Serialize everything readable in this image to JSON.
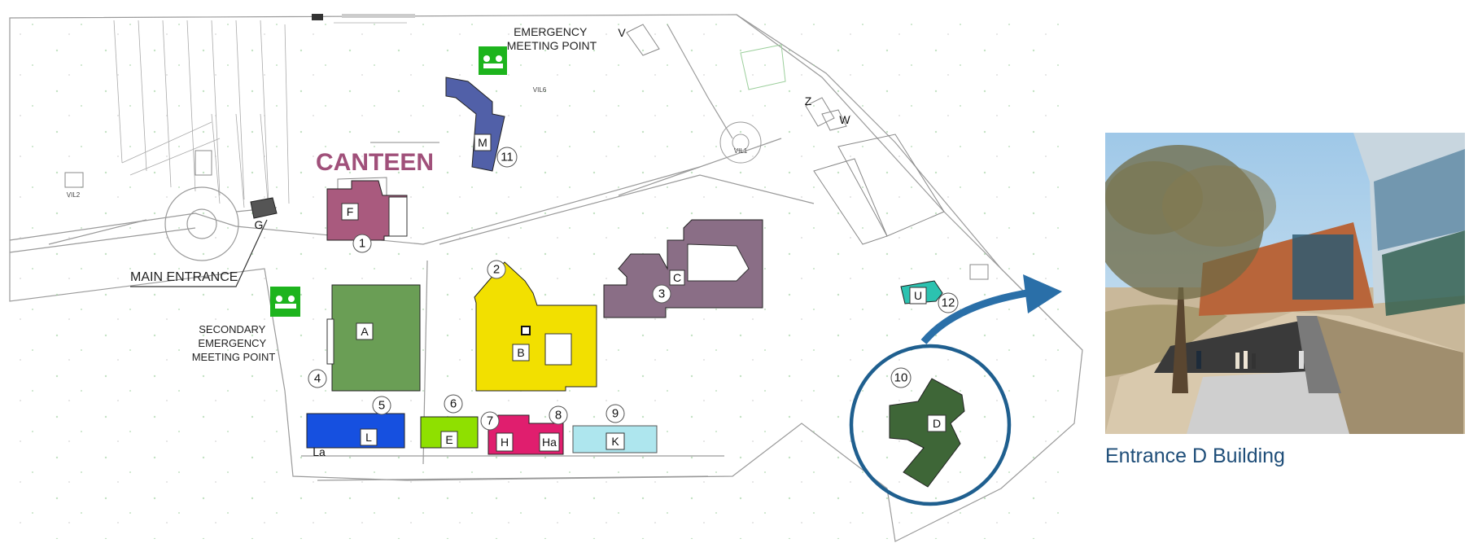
{
  "labels": {
    "canteen": "CANTEEN",
    "emergency_meeting_point": [
      "EMERGENCY",
      "MEETING POINT"
    ],
    "main_entrance": "MAIN ENTRANCE",
    "secondary_emergency": [
      "SECONDARY",
      "EMERGENCY",
      "MEETING POINT"
    ],
    "caption": "Entrance D Building"
  },
  "buildings": [
    {
      "id": "A",
      "color": "#6a9e55"
    },
    {
      "id": "B",
      "color": "#f2e000"
    },
    {
      "id": "C",
      "color": "#8a6e86"
    },
    {
      "id": "D",
      "color": "#3e6637"
    },
    {
      "id": "E",
      "color": "#8fe000"
    },
    {
      "id": "F",
      "color": "#a95a7e"
    },
    {
      "id": "H",
      "color": "#e01e6e"
    },
    {
      "id": "Ha",
      "color": "#e01e6e"
    },
    {
      "id": "K",
      "color": "#aee6ee"
    },
    {
      "id": "L",
      "color": "#1650e0"
    },
    {
      "id": "La",
      "color": "#1650e0"
    },
    {
      "id": "M",
      "color": "#5160a8"
    },
    {
      "id": "U",
      "color": "#2cc2b0"
    }
  ],
  "other_labels": [
    "G",
    "V",
    "Z",
    "W",
    "VIL2",
    "VIL1",
    "VIL6"
  ],
  "numbered_points": [
    "1",
    "2",
    "3",
    "4",
    "5",
    "6",
    "7",
    "8",
    "9",
    "10",
    "11",
    "12"
  ],
  "colors": {
    "canteen_text": "#a0507a",
    "highlight_circle": "#1f5f8f",
    "arrow": "#2a6fa8",
    "caption": "#1f4e79",
    "meeting_point": "#1db41d"
  }
}
